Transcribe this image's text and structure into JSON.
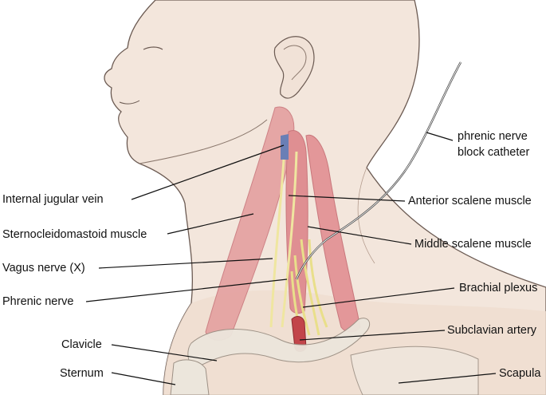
{
  "figure": {
    "labels": {
      "catheter": "phrenic nerve\nblock catheter",
      "catheter_line1": "phrenic nerve",
      "catheter_line2": "block catheter",
      "internal_jugular_vein": "Internal jugular vein",
      "sternocleidomastoid": "Sternocleidomastoid muscle",
      "vagus": "Vagus nerve (X)",
      "phrenic": "Phrenic nerve",
      "clavicle": "Clavicle",
      "sternum": "Sternum",
      "anterior_scalene": "Anterior scalene muscle",
      "middle_scalene": "Middle scalene muscle",
      "brachial_plexus": "Brachial plexus",
      "subclavian_artery": "Subclavian artery",
      "scapula": "Scapula"
    },
    "colors": {
      "skin": "#f3e6dc",
      "skin_shadow": "#e8d3c4",
      "outline": "#6b5a52",
      "muscle": "#e4a0a0",
      "muscle_dark": "#c9777c",
      "nerve": "#efe6a0",
      "vein": "#6a7fb6",
      "artery": "#c2454a",
      "bone": "#ece6dc",
      "leader": "#111111",
      "catheter": "#444444"
    }
  }
}
